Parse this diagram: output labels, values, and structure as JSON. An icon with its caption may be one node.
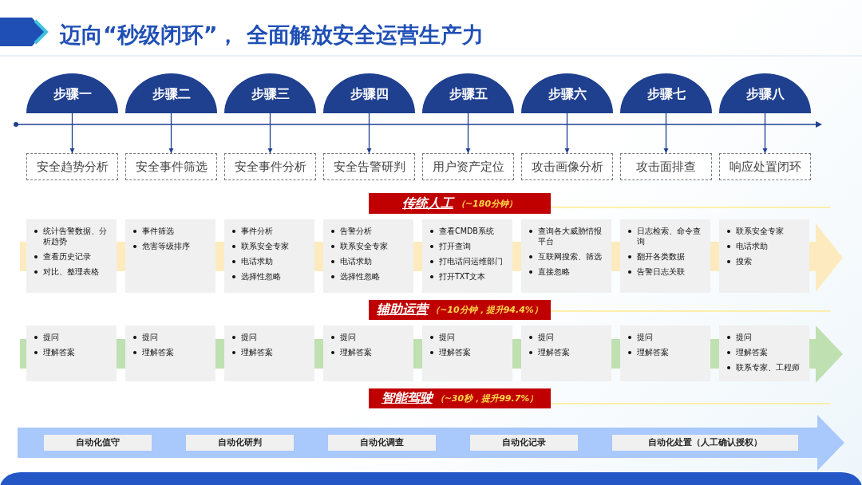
{
  "diagram": {
    "title": "迈向“秒级闭环”， 全面解放安全运营生产力",
    "nodes": [
      {
        "text": [
          "步骤一"
        ]
      },
      {
        "text": [
          "步骤二"
        ]
      },
      {
        "text": [
          "步骤三"
        ]
      },
      {
        "text": [
          "步骤四"
        ]
      },
      {
        "text": [
          "步骤五"
        ]
      },
      {
        "text": [
          "步骤六"
        ]
      },
      {
        "text": [
          "步骤七"
        ]
      },
      {
        "text": [
          "步骤八"
        ]
      },
      {
        "text": [
          "安全趋势分析"
        ]
      },
      {
        "text": [
          "安全事件筛选"
        ]
      },
      {
        "text": [
          "安全事件分析"
        ]
      },
      {
        "text": [
          "安全告警研判"
        ]
      },
      {
        "text": [
          "用户资产定位"
        ]
      },
      {
        "text": [
          "攻击画像分析"
        ]
      },
      {
        "text": [
          "攻击面排查"
        ]
      },
      {
        "text": [
          "响应处置闭环"
        ]
      },
      {
        "text": [
          "传统人工",
          "（~180分钟）"
        ]
      },
      {
        "text": [
          "统计告警数据、分析趋势",
          "查看历史记录",
          "对比、整理表格"
        ]
      },
      {
        "text": [
          "事件筛选",
          "危害等级排序"
        ]
      },
      {
        "text": [
          "事件分析",
          "联系安全专家",
          "电话求助",
          "选择性忽略"
        ]
      },
      {
        "text": [
          "告警分析",
          "联系安全专家",
          "电话求助",
          "选择性忽略"
        ]
      },
      {
        "text": [
          "查看CMDB系统",
          "打开查询",
          "打电话问运维部门",
          "打开TXT文本"
        ]
      },
      {
        "text": [
          "查询各大威胁情报平台",
          "互联网搜索、筛选",
          "直接忽略"
        ]
      },
      {
        "text": [
          "日志检索、命令查询",
          "翻开各类数据",
          "告警日志关联"
        ]
      },
      {
        "text": [
          "联系安全专家",
          "电话求助",
          "搜索"
        ]
      },
      {
        "text": [
          "辅助运营",
          "（~10分钟，提升94.4%）"
        ]
      },
      {
        "text": [
          "提问",
          "理解答案"
        ]
      },
      {
        "text": [
          "提问",
          "理解答案"
        ]
      },
      {
        "text": [
          "提问",
          "理解答案"
        ]
      },
      {
        "text": [
          "提问",
          "理解答案"
        ]
      },
      {
        "text": [
          "提问",
          "理解答案"
        ]
      },
      {
        "text": [
          "提问",
          "理解答案"
        ]
      },
      {
        "text": [
          "提问",
          "理解答案"
        ]
      },
      {
        "text": [
          "提问",
          "理解答案",
          "联系专家、工程师"
        ]
      },
      {
        "text": [
          "智能驾驶",
          "（~30秒，提升99.7%）"
        ]
      },
      {
        "text": [],
        "shape": "arrow"
      },
      {
        "text": [
          "自动化值守"
        ],
        "in": 35
      },
      {
        "text": [
          "自动化研判"
        ],
        "in": 35
      },
      {
        "text": [
          "自动化调查"
        ],
        "in": 35
      },
      {
        "text": [
          "自动化记录"
        ],
        "in": 35
      },
      {
        "text": [
          "自动化处置（人工确认授权）"
        ],
        "in": 35
      }
    ],
    "edges": [
      {
        "from": 0,
        "to": 8,
        "arrow": "to"
      },
      {
        "from": 1,
        "to": 9,
        "arrow": "to"
      },
      {
        "from": 2,
        "to": 10,
        "arrow": "to"
      },
      {
        "from": 3,
        "to": 11,
        "arrow": "to"
      },
      {
        "from": 4,
        "to": 12,
        "arrow": "to"
      },
      {
        "from": 5,
        "to": 13,
        "arrow": "to"
      },
      {
        "from": 6,
        "to": 14,
        "arrow": "to"
      },
      {
        "from": 7,
        "to": 15,
        "arrow": "to"
      }
    ]
  }
}
